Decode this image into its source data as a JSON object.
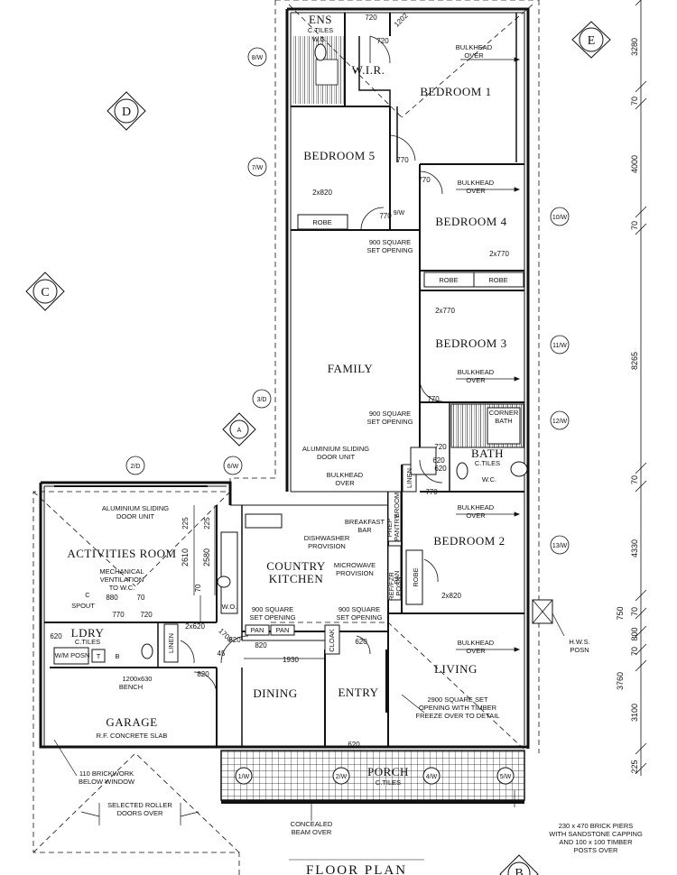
{
  "title": "FLOOR PLAN",
  "section_markers": [
    "E",
    "D",
    "C",
    "B",
    "A"
  ],
  "rooms": {
    "ens": "ENS",
    "wir": "W.I.R.",
    "bed1": "BEDROOM 1",
    "bed5": "BEDROOM 5",
    "bed4": "BEDROOM 4",
    "bed3": "BEDROOM 3",
    "bed2": "BEDROOM 2",
    "family": "FAMILY",
    "kitchen1": "COUNTRY",
    "kitchen2": "KITCHEN",
    "activities": "ACTIVITIES ROOM",
    "garage": "GARAGE",
    "dining": "DINING",
    "entry": "ENTRY",
    "living": "LIVING",
    "porch": "PORCH",
    "bath": "BATH",
    "ldry": "LDRY"
  },
  "notes": {
    "bulkhead1": "BULKHEAD",
    "over": "OVER",
    "opening_900_1": "900 SQUARE",
    "set_opening": "SET OPENING",
    "alum_sliding": "ALUMINIUM SLIDING",
    "door_unit": "DOOR UNIT",
    "breakfast": "BREAKFAST",
    "bar": "BAR",
    "dishwasher": "DISHWASHER",
    "provision": "PROVISION",
    "microwave": "MICROWAVE",
    "mech_vent1": "MECHANICAL",
    "mech_vent2": "VENTILATION",
    "mech_vent3": "TO W.C.",
    "spout": "SPOUT",
    "bench1": "1200x630",
    "bench2": "BENCH",
    "slab1": "R.F. CONCRETE SLAB",
    "brickwork1": "110 BRICKWORK",
    "brickwork2": "BELOW WINDOW",
    "roller1": "SELECTED ROLLER",
    "roller2": "DOORS OVER",
    "beam1": "CONCEALED",
    "beam2": "BEAM OVER",
    "piers1": "230 x 470 BRICK PIERS",
    "piers2": "WITH SANDSTONE CAPPING",
    "piers3": "AND 100 x 100 TIMBER",
    "piers4": "POSTS OVER",
    "opening2900_1": "2900 SQUARE SET",
    "opening2900_2": "OPENING WITH TIMBER",
    "opening2900_3": "FREEZE OVER TO DETAIL",
    "hws1": "H.W.S.",
    "hws2": "POSN",
    "robe": "ROBE",
    "linen": "LINEN",
    "pantry": "PANTRY",
    "prep": "PREP",
    "broom": "BROOM",
    "pan": "PAN",
    "cloak": "CLOAK",
    "wc": "W.C.",
    "wo": "W.O.",
    "tiles": "C.TILES",
    "corner_bath1": "CORNER",
    "corner_bath2": "BATH",
    "refzr": "REF/FZR",
    "posn": "POSN",
    "wm_posn": "W/M POSN",
    "tub": "T",
    "b_mark": "B",
    "c_mark": "C"
  },
  "dims_right": [
    "3280",
    "70",
    "4000",
    "70",
    "8265",
    "70",
    "4330",
    "70",
    "750",
    "800",
    "70",
    "3760",
    "3100",
    "225"
  ],
  "dims_inner": {
    "d720a": "720",
    "d720b": "720",
    "d1202": "1202",
    "d770a": "770",
    "d770b": "770",
    "d770c": "770",
    "d770d": "770",
    "d770e": "770",
    "d720c": "720",
    "d620a": "620",
    "d620b": "620",
    "d2x820a": "2x820",
    "d2x820b": "2x820",
    "d2x770a": "2x770",
    "d2x770b": "2x770",
    "d2610": "2610",
    "d2580": "2580",
    "d225a": "225",
    "d225b": "225",
    "d880": "880",
    "d70a": "70",
    "d70b": "70",
    "d770f": "770",
    "d720d": "720",
    "d2x620": "2x620",
    "d1708": "1708",
    "d45": "45",
    "d820a": "820",
    "d820b": "820",
    "d1930": "1930",
    "d620c": "620",
    "d620d": "620",
    "d820c": "820",
    "d620e": "620"
  },
  "window_tags": [
    "8/W",
    "7/W",
    "10/W",
    "11/W",
    "12/W",
    "13/W",
    "3/D",
    "6/W",
    "2/D",
    "1/W",
    "2/W",
    "4/W",
    "5/W",
    "9/W"
  ]
}
